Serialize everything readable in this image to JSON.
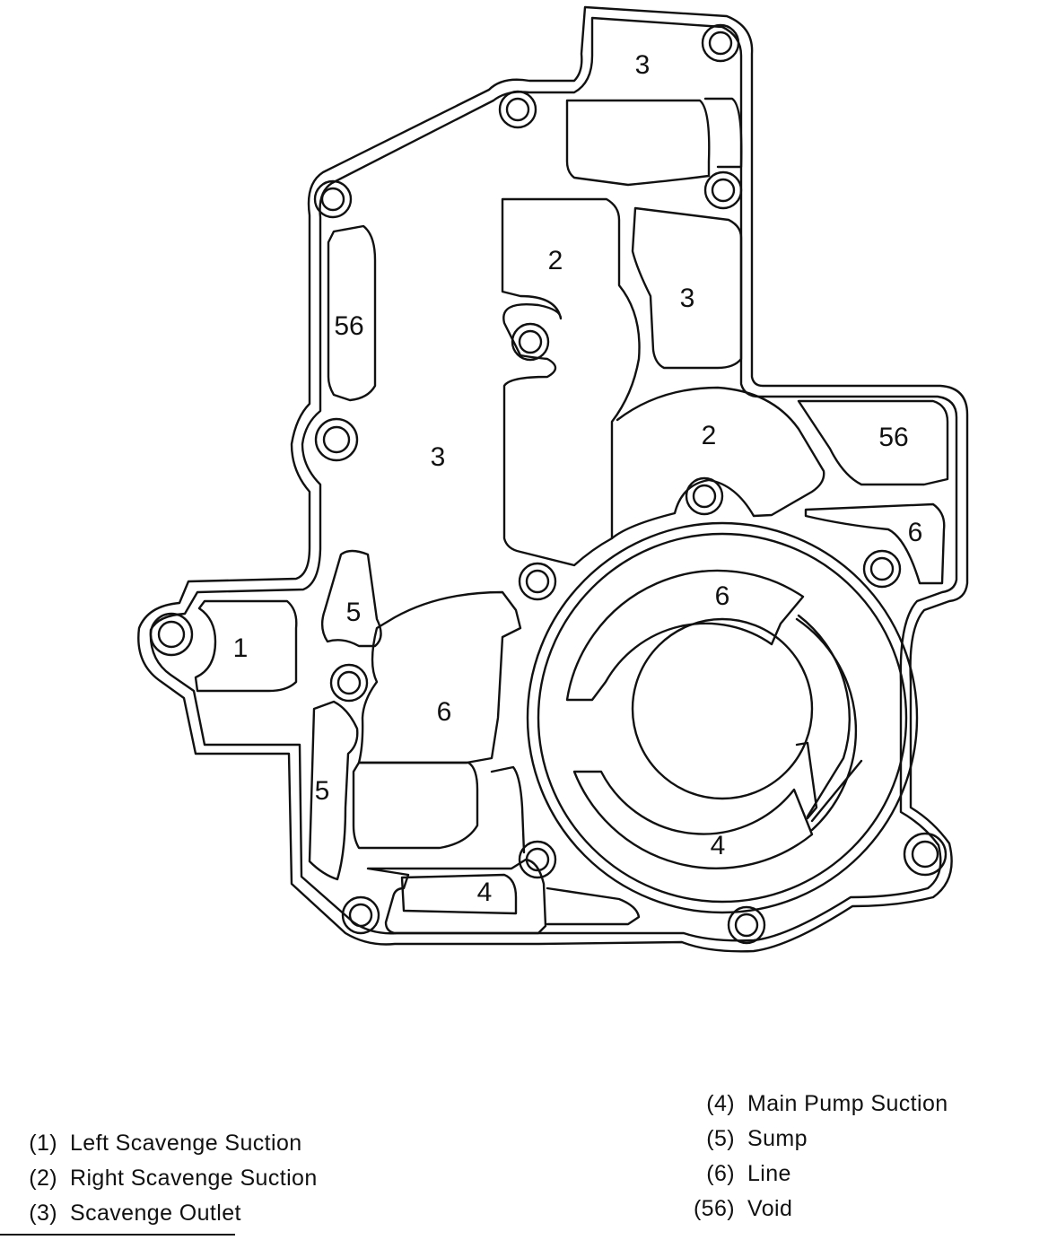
{
  "regions": {
    "r1": "1",
    "r2_upper": "2",
    "r2_lower": "2",
    "r3_top": "3",
    "r3_mid": "3",
    "r3_left": "3",
    "r4_center": "4",
    "r4_bottom": "4",
    "r5_upper": "5",
    "r5_lower": "5",
    "r6_left": "6",
    "r6_ring": "6",
    "r6_right": "6",
    "r56_left": "56",
    "r56_right": "56"
  },
  "legend": {
    "left": [
      {
        "code": "(1)",
        "label": "Left Scavenge Suction"
      },
      {
        "code": "(2)",
        "label": "Right Scavenge Suction"
      },
      {
        "code": "(3)",
        "label": "Scavenge Outlet"
      }
    ],
    "right": [
      {
        "code": "(4)",
        "label": "Main Pump Suction"
      },
      {
        "code": "(5)",
        "label": "Sump"
      },
      {
        "code": "(6)",
        "label": "Line"
      },
      {
        "code": "(56)",
        "label": "Void"
      }
    ]
  }
}
